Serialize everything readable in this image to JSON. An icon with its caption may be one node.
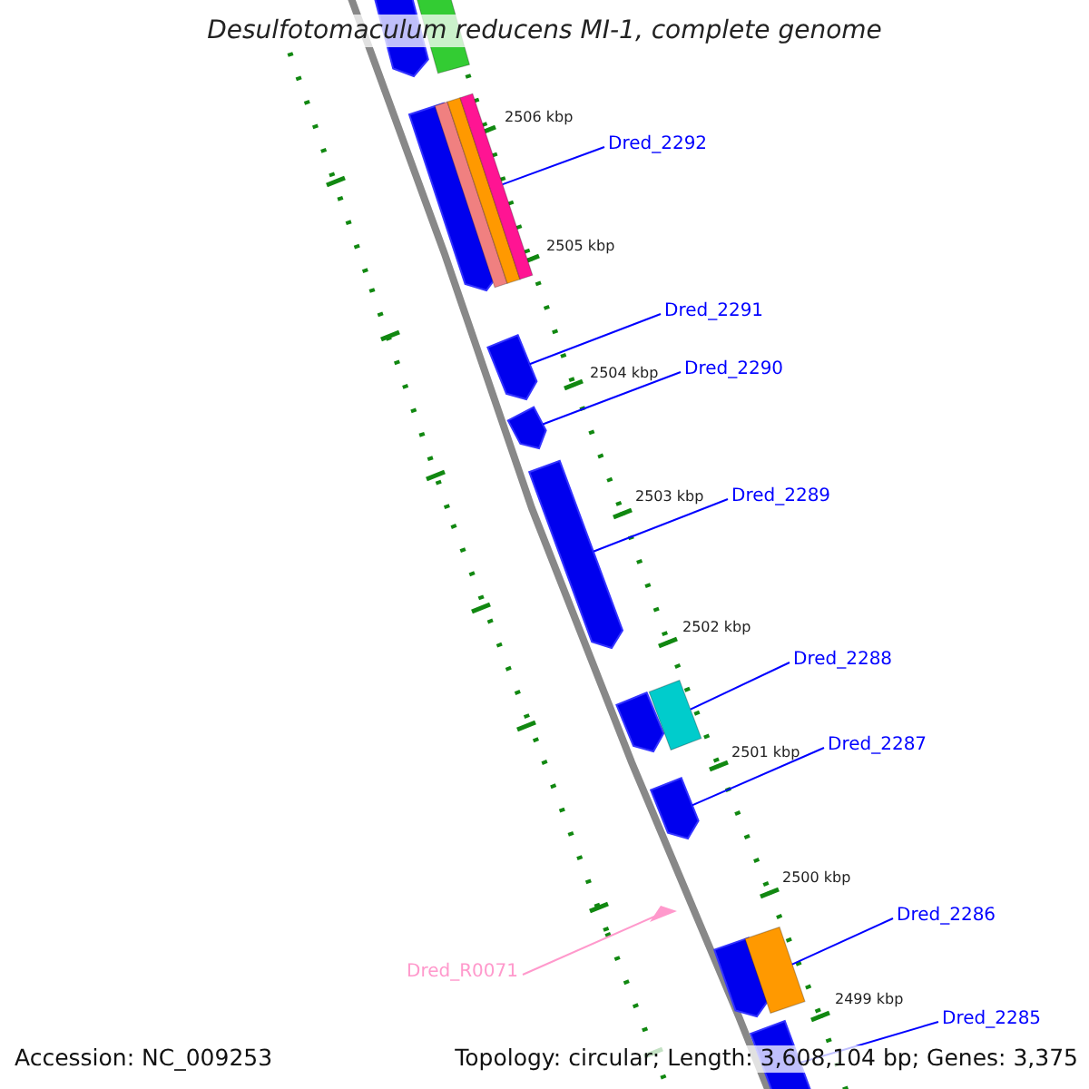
{
  "diagram": {
    "title": "Desulfotomaculum reducens MI-1, complete genome",
    "nodes": [
      {
        "text": [
          "Dred_2292"
        ]
      },
      {
        "text": [
          "Dred_2291"
        ]
      },
      {
        "text": [
          "Dred_2290"
        ]
      },
      {
        "text": [
          "Dred_2289"
        ]
      },
      {
        "text": [
          "Dred_2288"
        ]
      },
      {
        "text": [
          "Dred_2287"
        ]
      },
      {
        "text": [
          "Dred_2286"
        ]
      },
      {
        "text": [
          "Dred_R0071"
        ]
      },
      {
        "text": [
          "Dred_2285"
        ]
      },
      {
        "text": [],
        "shape": "arrow"
      },
      {
        "text": [],
        "shape": "bar"
      },
      {
        "text": [],
        "shape": "arrow"
      },
      {
        "text": [],
        "shape": "bar"
      },
      {
        "text": [],
        "shape": "arrow"
      },
      {
        "text": [],
        "shape": "arrow"
      },
      {
        "text": [],
        "shape": "arrow"
      },
      {
        "text": [],
        "shape": "arrow"
      },
      {
        "text": [],
        "shape": "bar"
      },
      {
        "text": [],
        "shape": "arrow"
      },
      {
        "text": [],
        "shape": "triangle"
      },
      {
        "text": [],
        "shape": "arrow"
      },
      {
        "text": [],
        "shape": "bar"
      },
      {
        "text": [],
        "shape": "arrow"
      }
    ],
    "edges": [
      {
        "from": 0,
        "to": 12,
        "arrow": "none"
      },
      {
        "from": 1,
        "to": 13,
        "arrow": "none"
      },
      {
        "from": 2,
        "to": 14,
        "arrow": "none"
      },
      {
        "from": 3,
        "to": 15,
        "arrow": "none"
      },
      {
        "from": 4,
        "to": 17,
        "arrow": "none"
      },
      {
        "from": 5,
        "to": 18,
        "arrow": "none"
      },
      {
        "from": 6,
        "to": 21,
        "arrow": "none"
      },
      {
        "from": 7,
        "to": 19,
        "arrow": "none",
        "color": "#ff99cc"
      },
      {
        "from": 8,
        "to": 22,
        "arrow": "none"
      }
    ],
    "labels": [
      "2506 kbp",
      "2505 kbp",
      "2504 kbp",
      "2503 kbp",
      "2502 kbp",
      "2501 kbp",
      "2500 kbp",
      "2499 kbp",
      "Accession: NC_009253",
      "Topology: circular; Length: 3,608,104 bp; Genes: 3,375"
    ]
  }
}
